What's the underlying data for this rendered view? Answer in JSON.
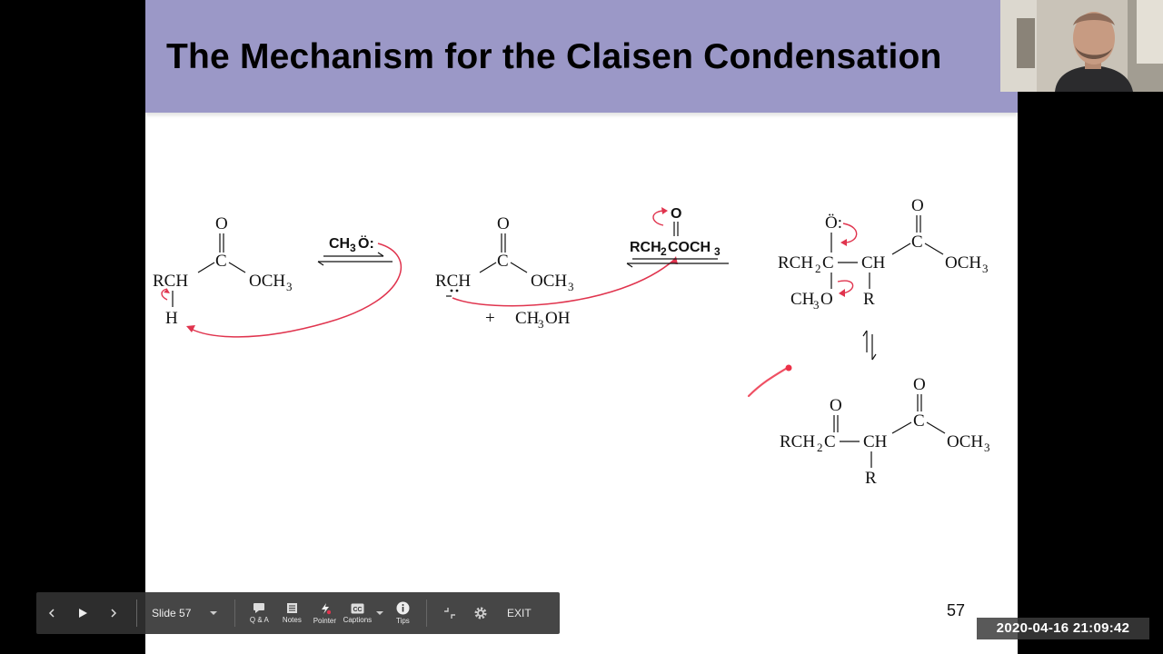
{
  "slide": {
    "title": "The Mechanism for the Claisen Condensation",
    "number": "57"
  },
  "chemistry": {
    "step1": {
      "carbonyl_o": "O",
      "carbonyl_c": "C",
      "left_group": "RCH",
      "right_group": "OCH",
      "right_sub": "3",
      "alpha_h": "H",
      "reagent_main": "CH",
      "reagent_sub": "3",
      "reagent_end": "Ö:"
    },
    "step2": {
      "carbonyl_o": "O",
      "carbonyl_c": "C",
      "left_group": "RCH",
      "right_group": "OCH",
      "right_sub": "3",
      "byproduct_plus": "+",
      "byproduct_main": "CH",
      "byproduct_sub": "3",
      "byproduct_end": "OH",
      "reagent_o": "O",
      "reagent_a": "RCH",
      "reagent_sub1": "2",
      "reagent_b": "COCH",
      "reagent_sub2": "3"
    },
    "intermediate": {
      "alkoxide_o": "Ö:",
      "carbonyl_o": "O",
      "carbonyl_c": "C",
      "left_a": "RCH",
      "left_sub": "2",
      "left_b": "C",
      "middle": "CH",
      "right_group": "OCH",
      "right_sub": "3",
      "methoxy_a": "CH",
      "methoxy_sub": "3",
      "methoxy_b": "O",
      "r_group": "R"
    },
    "product": {
      "ketone_o": "O",
      "ester_o": "O",
      "left_a": "RCH",
      "left_sub": "2",
      "left_b": "C",
      "middle": "CH",
      "ester_c": "C",
      "right_group": "OCH",
      "right_sub": "3",
      "r_group": "R"
    }
  },
  "toolbar": {
    "slide_label": "Slide 57",
    "qa_label": "Q & A",
    "notes_label": "Notes",
    "pointer_label": "Pointer",
    "captions_label": "Captions",
    "tips_label": "Tips",
    "exit_label": "EXIT"
  },
  "timestamp": "2020-04-16  21:09:42",
  "colors": {
    "title_bar": "#9b98c7",
    "arrow_red": "#e0344e",
    "toolbar_bg": "#323232"
  }
}
